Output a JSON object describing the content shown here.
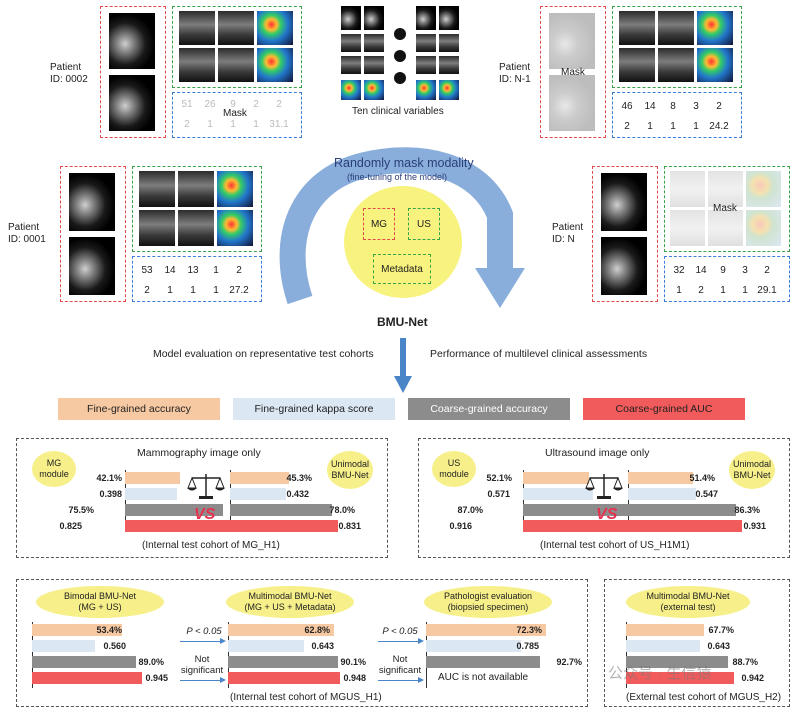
{
  "patients": {
    "p0002": {
      "label": "Patient\nID: 0002",
      "mask_label": "Mask",
      "row1": [
        "51",
        "26",
        "9",
        "2",
        "2"
      ],
      "row2": [
        "2",
        "1",
        "1",
        "1",
        "31.1"
      ]
    },
    "pN1": {
      "label": "Patient\nID: N-1",
      "mask_label": "Mask",
      "row1": [
        "46",
        "14",
        "8",
        "3",
        "2"
      ],
      "row2": [
        "2",
        "1",
        "1",
        "1",
        "24.2"
      ]
    },
    "p0001": {
      "label": "Patient\nID: 0001",
      "row1": [
        "53",
        "14",
        "13",
        "1",
        "2"
      ],
      "row2": [
        "2",
        "1",
        "1",
        "1",
        "27.2"
      ]
    },
    "pN": {
      "label": "Patient\nID: N",
      "mask_label": "Mask",
      "row1": [
        "32",
        "14",
        "9",
        "3",
        "2"
      ],
      "row2": [
        "1",
        "2",
        "1",
        "1",
        "29.1"
      ]
    }
  },
  "center": {
    "clinical_label": "Ten clinical variables",
    "mask_title": "Randomly mask modality",
    "mask_subtitle": "(fine-tuning of the model)",
    "mg": "MG",
    "us": "US",
    "metadata": "Metadata",
    "model_name": "BMU-Net",
    "eval_left": "Model evaluation on representative test cohorts",
    "eval_right": "Performance of multilevel clinical assessments"
  },
  "legend": {
    "fine_acc": "Fine-grained accuracy",
    "fine_kappa": "Fine-grained kappa score",
    "coarse_acc": "Coarse-grained accuracy",
    "coarse_auc": "Coarse-grained AUC"
  },
  "colors": {
    "fine_acc": "#f7c9a2",
    "fine_kappa": "#dbe7f3",
    "coarse_acc": "#8c8c8c",
    "coarse_auc": "#f25b5b"
  },
  "panel_mg": {
    "title": "Mammography image only",
    "left_label": "MG\nmodule",
    "right_label": "Unimodal\nBMU-Net",
    "left_values": [
      "42.1%",
      "0.398",
      "75.5%",
      "0.825"
    ],
    "right_values": [
      "45.3%",
      "0.432",
      "78.0%",
      "0.831"
    ],
    "vs": "VS",
    "cohort": "(Internal test cohort of MG_H1)"
  },
  "panel_us": {
    "title": "Ultrasound image only",
    "left_label": "US\nmodule",
    "right_label": "Unimodal\nBMU-Net",
    "left_values": [
      "52.1%",
      "0.571",
      "87.0%",
      "0.916"
    ],
    "right_values": [
      "51.4%",
      "0.547",
      "86.3%",
      "0.931"
    ],
    "vs": "VS",
    "cohort": "(Internal test cohort of US_H1M1)"
  },
  "panel_multi": {
    "bimodal_label": "Bimodal BMU-Net\n(MG + US)",
    "bimodal_values": [
      "53.4%",
      "0.560",
      "89.0%",
      "0.945"
    ],
    "p_label_1": "P < 0.05",
    "not_sig_1": "Not\nsignificant",
    "multimodal_label": "Multimodal BMU-Net\n(MG + US + Metadata)",
    "multimodal_values": [
      "62.8%",
      "0.643",
      "90.1%",
      "0.948"
    ],
    "p_label_2": "P < 0.05",
    "not_sig_2": "Not\nsignificant",
    "pathologist_label": "Pathologist evaluation\n(biopsied specimen)",
    "pathologist_values": [
      "72.3%",
      "0.785",
      "92.7%"
    ],
    "auc_note": "AUC is not available",
    "cohort": "(Internal test cohort of MGUS_H1)"
  },
  "panel_external": {
    "label": "Multimodal BMU-Net\n(external test)",
    "values": [
      "67.7%",
      "0.643",
      "88.7%",
      "0.942"
    ],
    "cohort": "(External test cohort of MGUS_H2)"
  },
  "watermark": "公众号 · 生信猿"
}
